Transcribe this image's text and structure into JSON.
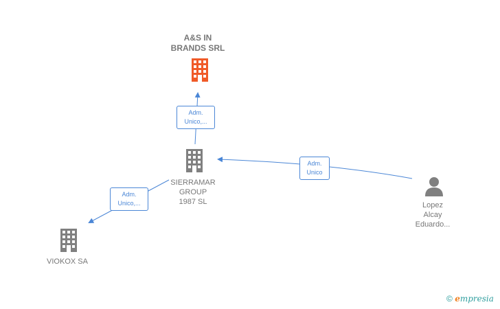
{
  "nodes": {
    "as_in_brands": {
      "label": "A&S IN\nBRANDS SRL",
      "type": "company",
      "color": "#f05a28"
    },
    "sierramar": {
      "label": "SIERRAMAR\nGROUP\n1987  SL",
      "type": "company",
      "color": "#808080"
    },
    "viokox": {
      "label": "VIOKOX SA",
      "type": "company",
      "color": "#808080"
    },
    "lopez": {
      "label": "Lopez\nAlcay\nEduardo...",
      "type": "person",
      "color": "#808080"
    }
  },
  "edges": {
    "sierramar_to_as": {
      "label_line1": "Adm.",
      "label_line2": "Unico,..."
    },
    "lopez_to_sierramar": {
      "label_line1": "Adm.",
      "label_line2": "Unico"
    },
    "sierramar_to_viokox": {
      "label_line1": "Adm.",
      "label_line2": "Unico,..."
    }
  },
  "colors": {
    "edge": "#4a86d6",
    "highlight_company": "#f05a28",
    "company": "#808080"
  },
  "footer": {
    "copyright_symbol": "©",
    "brand_first": "e",
    "brand_rest": "mpresia"
  }
}
